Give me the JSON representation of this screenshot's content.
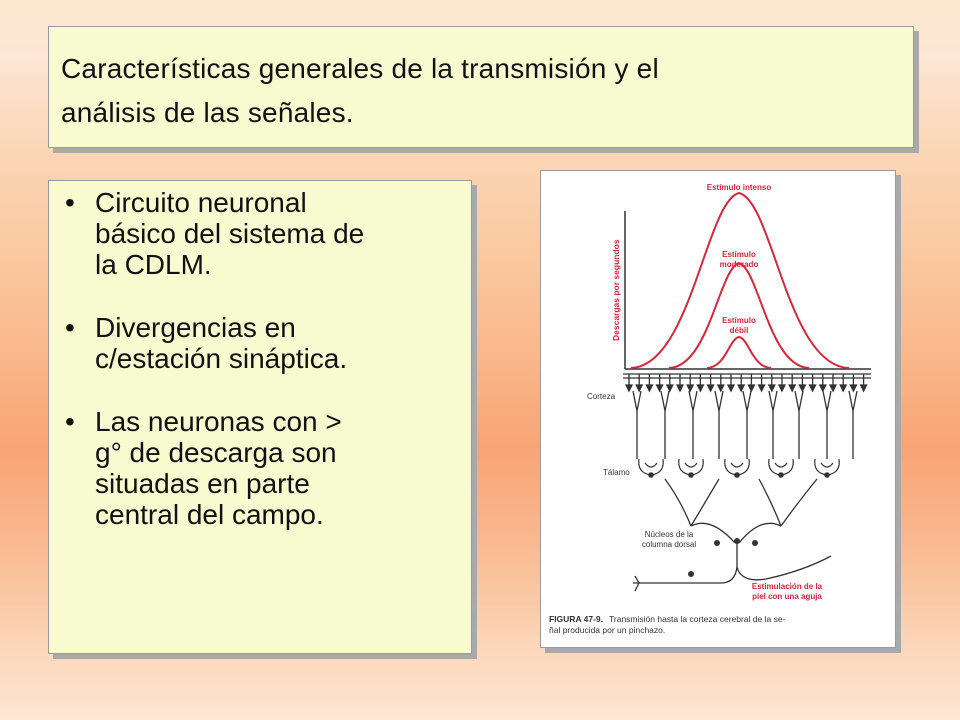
{
  "slide": {
    "title_line1": "Características generales de la transmisión y el",
    "title_line2": "análisis de las señales."
  },
  "bullets": [
    {
      "lines": [
        "Circuito neuronal",
        "básico del sistema de",
        "la CDLM."
      ]
    },
    {
      "lines": [
        "Divergencias en",
        "c/estación sináptica."
      ]
    },
    {
      "lines": [
        "Las neuronas con >",
        "g° de descarga son",
        "situadas en parte",
        "central del campo."
      ]
    }
  ],
  "figure": {
    "y_axis_label": "Descargas por segundos",
    "label_intense": "Estímulo intenso",
    "label_moderate_1": "Estímulo",
    "label_moderate_2": "moderado",
    "label_weak_1": "Estímulo",
    "label_weak_2": "débil",
    "label_cortex": "Corteza",
    "label_thalamus": "Tálamo",
    "label_nuclei_1": "Núcleos de la",
    "label_nuclei_2": "columna dorsal",
    "label_stim_1": "Estimulación de la",
    "label_stim_2": "piel con una aguja",
    "caption_bold": "FIGURA 47-9.",
    "caption_line1": "Transmisión hasta la corteza cerebral de la se-",
    "caption_line2": "ñal producida por un pinchazo.",
    "curve_color": "#d9263a",
    "label_color": "#d9263a",
    "ink_color": "#333333"
  }
}
